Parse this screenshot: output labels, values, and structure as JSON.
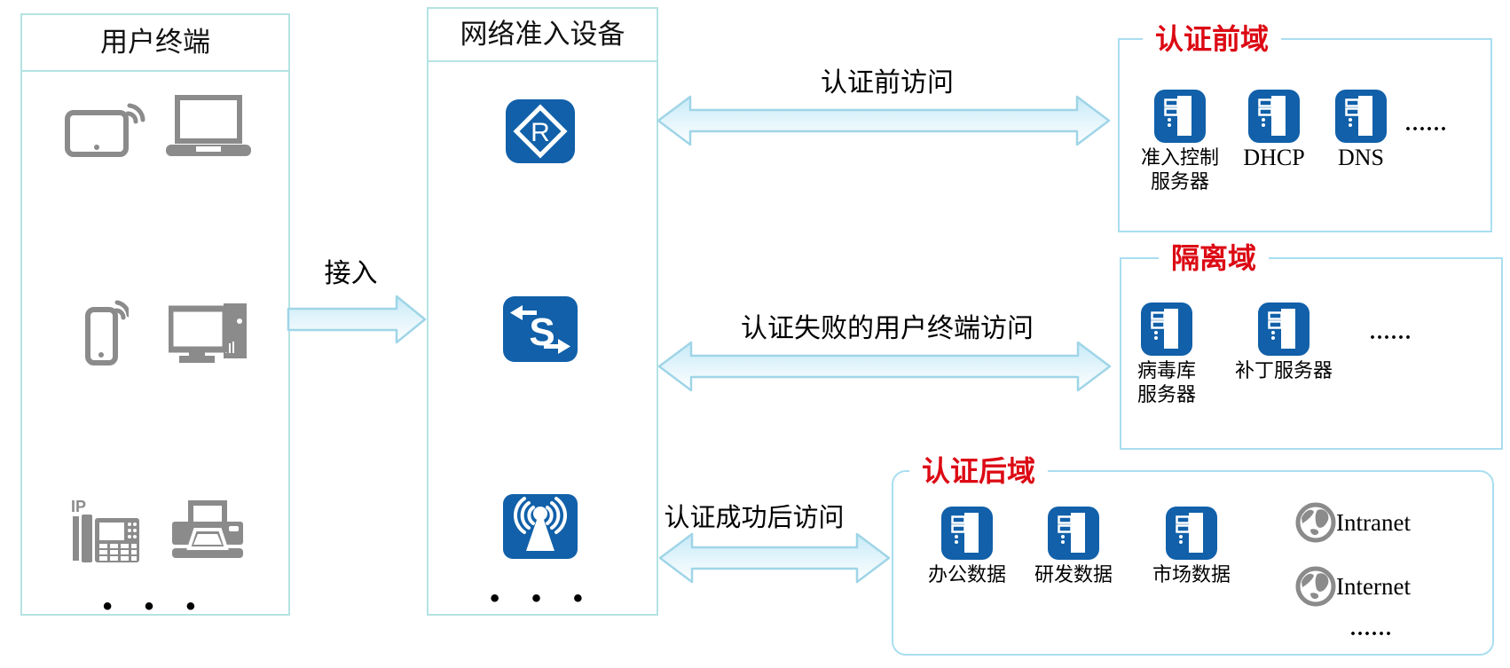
{
  "left_panel": {
    "title": "用户终端",
    "devices": [
      {
        "icon": "tablet-wifi"
      },
      {
        "icon": "laptop"
      },
      {
        "icon": "smartphone-wifi"
      },
      {
        "icon": "desktop-pc"
      },
      {
        "icon": "ip-phone"
      },
      {
        "icon": "printer"
      }
    ],
    "ellipsis": "• • •"
  },
  "middle_panel": {
    "title": "网络准入设备",
    "devices": [
      {
        "icon": "router"
      },
      {
        "icon": "switch"
      },
      {
        "icon": "wireless-ap"
      }
    ],
    "ellipsis": "• • •"
  },
  "arrows": {
    "access_label": "接入",
    "pre_auth_label": "认证前访问",
    "auth_fail_label": "认证失败的用户终端访问",
    "auth_success_label": "认证成功后访问"
  },
  "zones": {
    "pre_auth": {
      "title": "认证前域",
      "servers": [
        {
          "label": "准入控制\n服务器"
        },
        {
          "label": "DHCP"
        },
        {
          "label": "DNS"
        }
      ],
      "ellipsis": "......"
    },
    "isolation": {
      "title": "隔离域",
      "servers": [
        {
          "label": "病毒库\n服务器"
        },
        {
          "label": "补丁服务器"
        }
      ],
      "ellipsis": "......"
    },
    "post_auth": {
      "title": "认证后域",
      "servers": [
        {
          "label": "办公数据"
        },
        {
          "label": "研发数据"
        },
        {
          "label": "市场数据"
        }
      ],
      "networks": [
        {
          "label": "Intranet"
        },
        {
          "label": "Internet"
        }
      ],
      "ellipsis": "......"
    }
  },
  "colors": {
    "icon_blue": "#1160a9",
    "zone_title_red": "#dc0a14",
    "panel_border": "#b5e3e3",
    "zone_border": "#a9def0",
    "arrow_border": "#9fd5e7",
    "arrow_fill_top": "#c7eaf7",
    "device_gray": "#8b8b8b"
  }
}
